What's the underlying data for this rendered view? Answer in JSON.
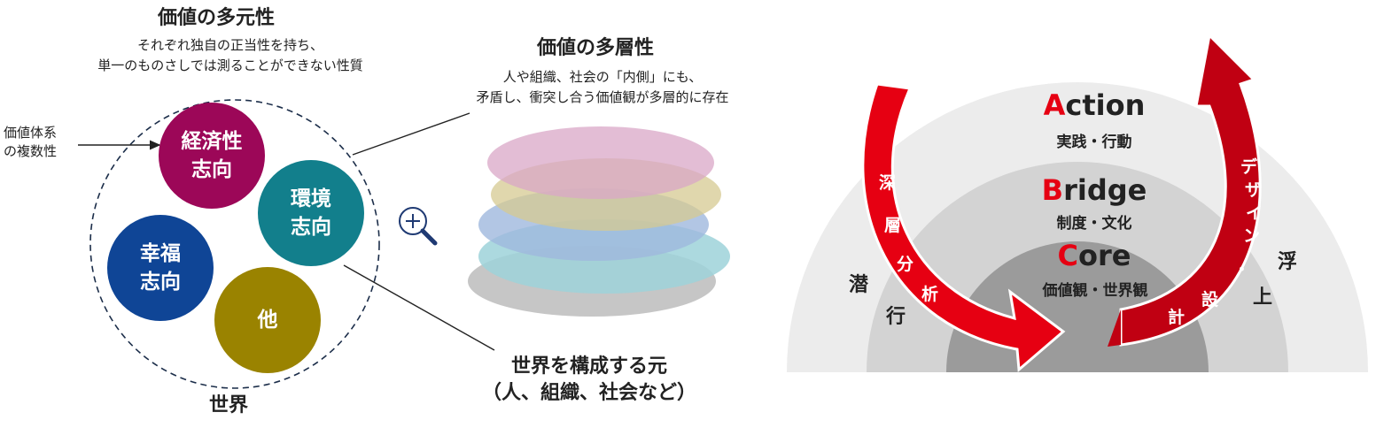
{
  "left": {
    "title": "価値の多元性",
    "subtitle_line1": "それぞれ独自の正当性を持ち、",
    "subtitle_line2": "単一のものさしでは測ることができない性質",
    "side_note_line1": "価値体系",
    "side_note_line2": "の複数性",
    "circles": [
      {
        "line1": "経済性",
        "line2": "志向",
        "color": "#9c0758"
      },
      {
        "line1": "環境",
        "line2": "志向",
        "color": "#127f8c"
      },
      {
        "line1": "幸福",
        "line2": "志向",
        "color": "#0f4596"
      },
      {
        "line1": "他",
        "line2": "",
        "color": "#9a8300"
      }
    ],
    "world_label": "世界"
  },
  "middle": {
    "title": "価値の多層性",
    "subtitle_line1": "人や組織、社会の「内側」にも、",
    "subtitle_line2": "矛盾し、衝突し合う価値観が多層的に存在",
    "layer_colors": [
      "#d9a7c7",
      "#d6ca92",
      "#9fb8dd",
      "#9ed2d9",
      "#c6c6c6"
    ],
    "bottom_label_line1": "世界を構成する元",
    "bottom_label_line2": "（人、組織、社会など）"
  },
  "right": {
    "action": {
      "first": "A",
      "rest": "ction",
      "sub": "実践・行動"
    },
    "bridge": {
      "first": "B",
      "rest": "ridge",
      "sub": "制度・文化"
    },
    "core": {
      "first": "C",
      "rest": "ore",
      "sub": "価値観・世界観"
    },
    "left_arrow_chars": [
      "深",
      "層",
      "分",
      "析"
    ],
    "right_arrow_chars": [
      "デ",
      "ザ",
      "イ",
      "ン",
      "・",
      "設",
      "計"
    ],
    "left_side_chars": [
      "潜",
      "行"
    ],
    "right_side_chars": [
      "浮",
      "上"
    ],
    "colors": {
      "accent": "#e60012",
      "outer": "#ececec",
      "middle": "#d3d3d3",
      "inner": "#9b9b9b"
    }
  }
}
